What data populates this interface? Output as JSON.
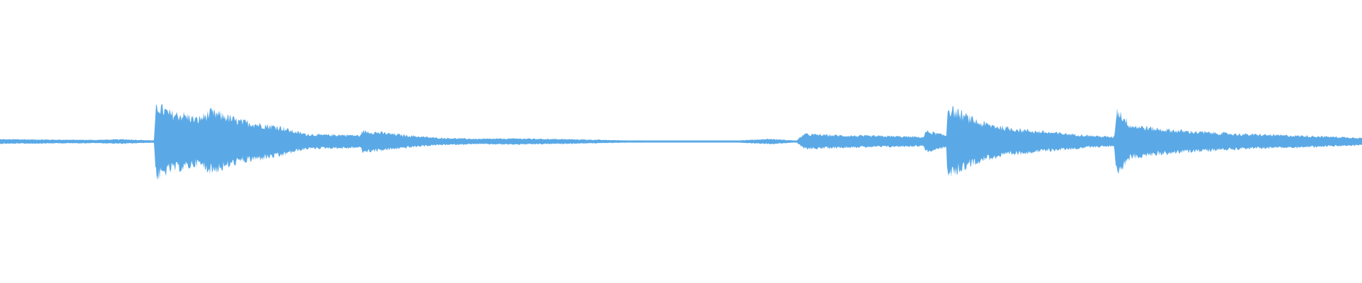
{
  "waveform": {
    "color": "#5aa9e6",
    "background": "#ffffff",
    "envelope": [
      [
        0.0,
        0.03
      ],
      [
        0.01,
        0.03
      ],
      [
        0.04,
        0.025
      ],
      [
        0.07,
        0.022
      ],
      [
        0.09,
        0.03
      ],
      [
        0.113,
        0.015
      ],
      [
        0.1148,
        0.5
      ],
      [
        0.125,
        0.38
      ],
      [
        0.135,
        0.36
      ],
      [
        0.145,
        0.3
      ],
      [
        0.155,
        0.4
      ],
      [
        0.165,
        0.35
      ],
      [
        0.175,
        0.28
      ],
      [
        0.185,
        0.25
      ],
      [
        0.195,
        0.22
      ],
      [
        0.205,
        0.2
      ],
      [
        0.215,
        0.14
      ],
      [
        0.225,
        0.1
      ],
      [
        0.235,
        0.09
      ],
      [
        0.245,
        0.09
      ],
      [
        0.255,
        0.09
      ],
      [
        0.2645,
        0.08
      ],
      [
        0.266,
        0.14
      ],
      [
        0.28,
        0.12
      ],
      [
        0.3,
        0.08
      ],
      [
        0.32,
        0.05
      ],
      [
        0.35,
        0.035
      ],
      [
        0.38,
        0.04
      ],
      [
        0.42,
        0.03
      ],
      [
        0.46,
        0.015
      ],
      [
        0.5,
        0.01
      ],
      [
        0.54,
        0.012
      ],
      [
        0.565,
        0.035
      ],
      [
        0.585,
        0.012
      ],
      [
        0.59,
        0.1
      ],
      [
        0.62,
        0.08
      ],
      [
        0.66,
        0.07
      ],
      [
        0.678,
        0.06
      ],
      [
        0.68,
        0.14
      ],
      [
        0.695,
        0.08
      ],
      [
        0.6955,
        0.46
      ],
      [
        0.705,
        0.38
      ],
      [
        0.72,
        0.25
      ],
      [
        0.74,
        0.18
      ],
      [
        0.76,
        0.14
      ],
      [
        0.78,
        0.11
      ],
      [
        0.8,
        0.08
      ],
      [
        0.818,
        0.06
      ],
      [
        0.82,
        0.44
      ],
      [
        0.83,
        0.22
      ],
      [
        0.85,
        0.17
      ],
      [
        0.87,
        0.14
      ],
      [
        0.89,
        0.12
      ],
      [
        0.91,
        0.1
      ],
      [
        0.93,
        0.09
      ],
      [
        0.95,
        0.08
      ],
      [
        0.97,
        0.07
      ],
      [
        1.0,
        0.05
      ]
    ]
  }
}
